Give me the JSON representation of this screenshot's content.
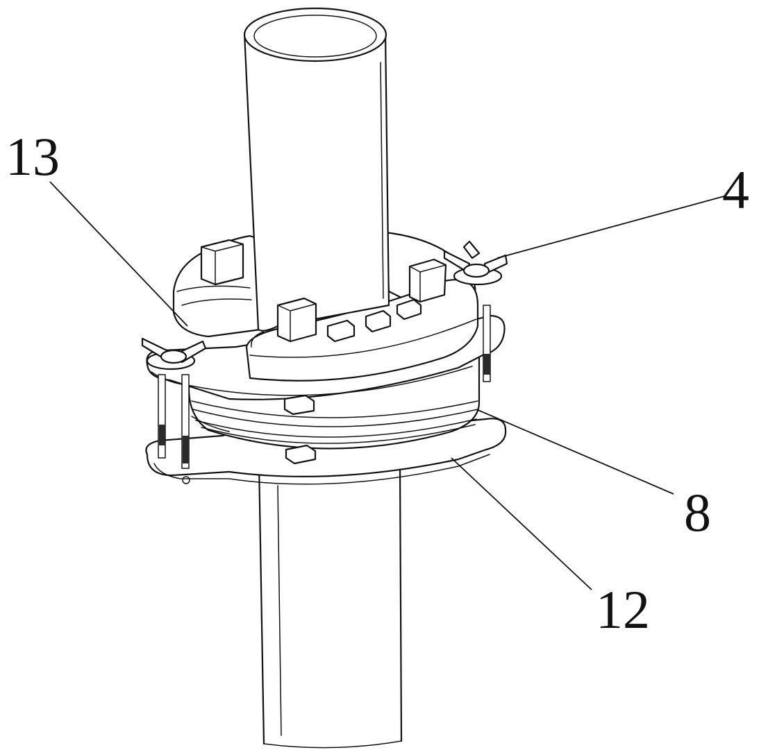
{
  "labels": {
    "label_13": "13",
    "label_4": "4",
    "label_8": "8",
    "label_12": "12"
  },
  "colors": {
    "line": "#111111",
    "background": "#ffffff"
  }
}
